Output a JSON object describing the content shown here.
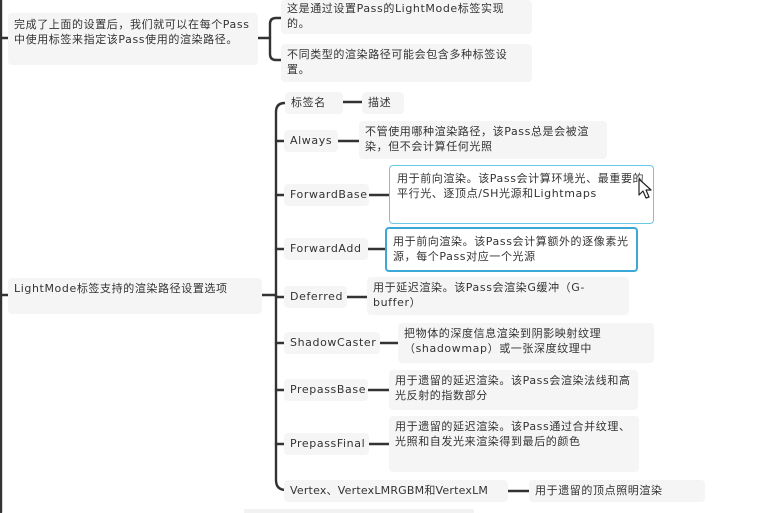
{
  "mindmap": {
    "top_branch": {
      "parent": "完成了上面的设置后，我们就可以在每个Pass中使用标签来指定该Pass使用的渲染路径。",
      "children": [
        "这是通过设置Pass的LightMode标签实现的。",
        "不同类型的渲染路径可能会包含多种标签设置。"
      ]
    },
    "main_branch": {
      "parent": "LightMode标签支持的渲染路径设置选项",
      "rows": [
        {
          "tag": "标签名",
          "desc": "描述"
        },
        {
          "tag": "Always",
          "desc": "不管使用哪种渲染路径，该Pass总是会被渲染，但不会计算任何光照"
        },
        {
          "tag": "ForwardBase",
          "desc": "用于前向渲染。该Pass会计算环境光、最重要的平行光、逐顶点/SH光源和Lightmaps"
        },
        {
          "tag": "ForwardAdd",
          "desc": "用于前向渲染。该Pass会计算额外的逐像素光源，每个Pass对应一个光源"
        },
        {
          "tag": "Deferred",
          "desc": "用于延迟渲染。该Pass会渲染G缓冲（G-buffer）"
        },
        {
          "tag": "ShadowCaster",
          "desc": "把物体的深度信息渲染到阴影映射纹理（shadowmap）或一张深度纹理中"
        },
        {
          "tag": "PrepassBase",
          "desc": "用于遗留的延迟渲染。该Pass会渲染法线和高光反射的指数部分"
        },
        {
          "tag": "PrepassFinal",
          "desc": "用于遗留的延迟渲染。该Pass通过合并纹理、光照和自发光来渲染得到最后的颜色"
        },
        {
          "tag": "Vertex、VertexLMRGBM和VertexLM",
          "desc": "用于遗留的顶点照明渲染"
        }
      ]
    }
  },
  "colors": {
    "node_bg": "#f5f5f5",
    "line": "#333333",
    "selection_border": "#3ba8d8",
    "hover_border": "#6bc7e8"
  },
  "icons": {
    "cursor": "mouse-pointer-icon"
  }
}
